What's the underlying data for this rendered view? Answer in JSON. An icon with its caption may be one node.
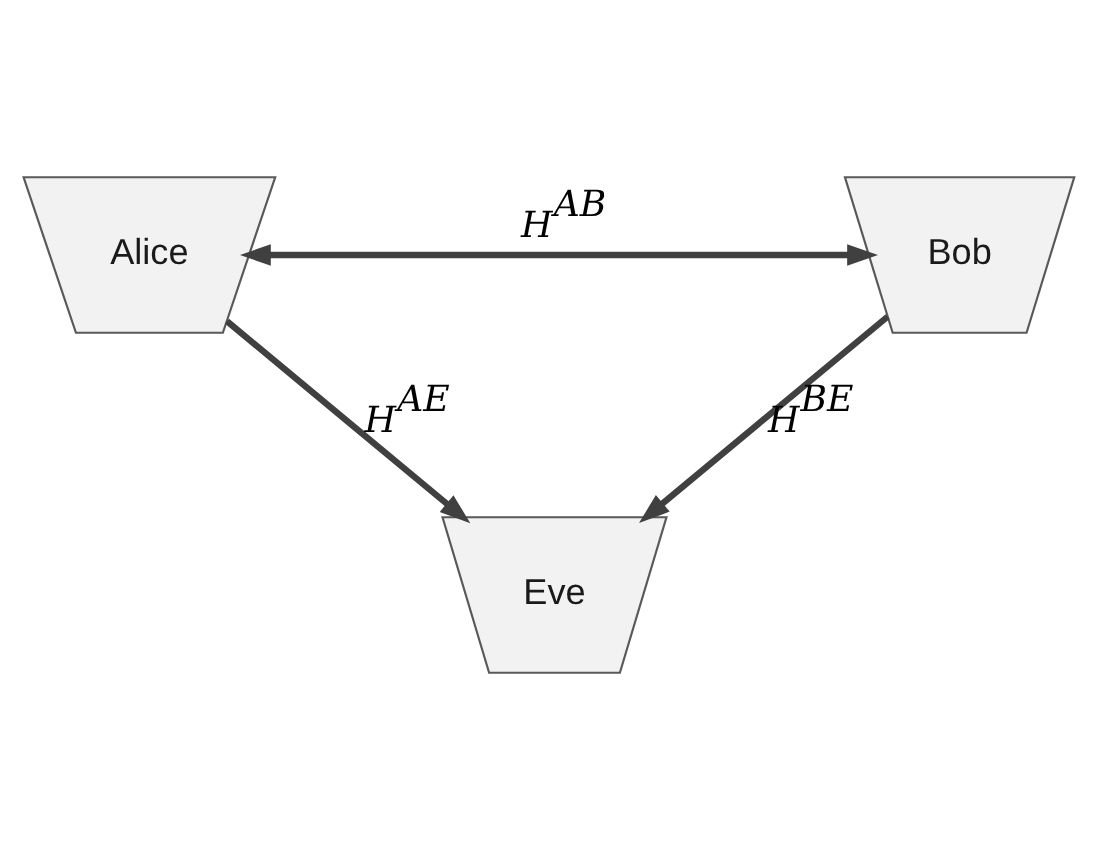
{
  "diagram": {
    "nodes": [
      {
        "text": [
          "Alice"
        ]
      },
      {
        "text": [
          "Bob"
        ]
      },
      {
        "text": [
          "Eve"
        ]
      }
    ],
    "edges": [
      {
        "from": 0,
        "to": 1,
        "arrow": "both",
        "label": "H$^{AB}$"
      },
      {
        "from": 0,
        "to": 2,
        "arrow": "to",
        "label": "H$^{AE}$"
      },
      {
        "from": 1,
        "to": 2,
        "arrow": "to",
        "label": "H$^{BE}$"
      }
    ]
  }
}
